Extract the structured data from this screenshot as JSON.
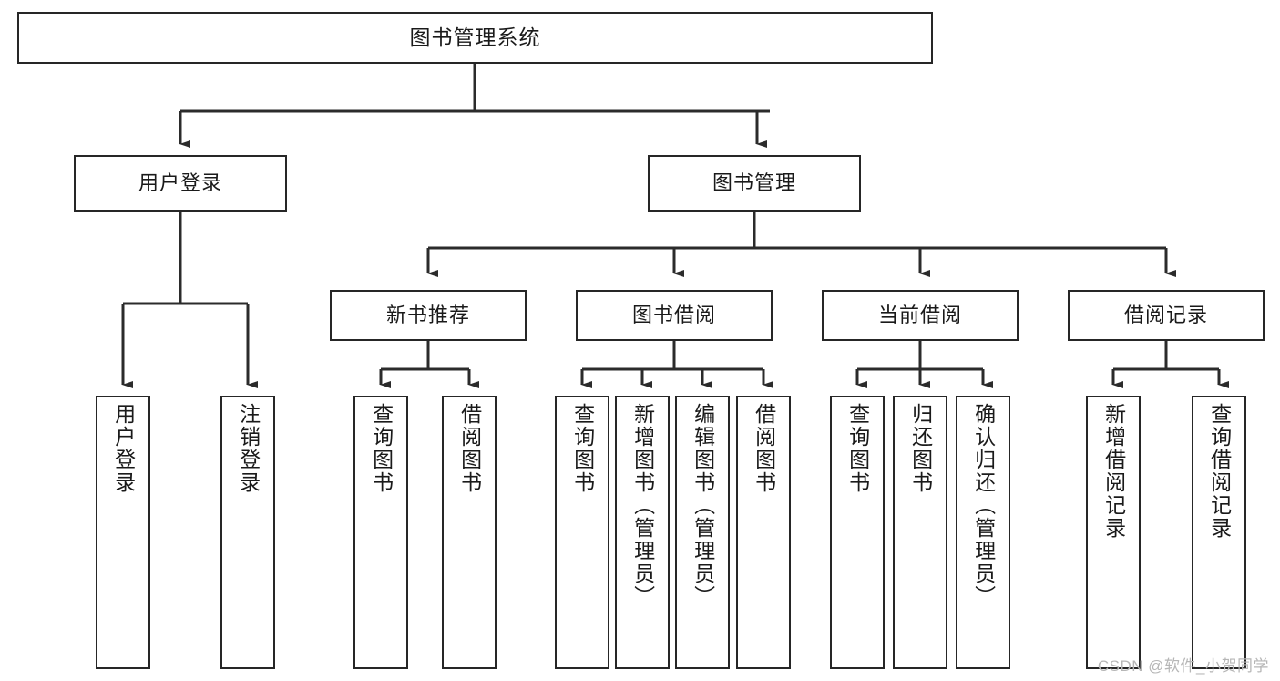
{
  "diagram": {
    "title": "图书管理系统",
    "watermark": "CSDN @软件_小贺同学",
    "line_color": "#2b2b2b",
    "box_border_color": "#262626",
    "box_fill_color": "#ffffff",
    "text_color": "#1a1a1a",
    "nodes": {
      "root": {
        "label": "图书管理系统"
      },
      "l1": [
        {
          "label": "用户登录"
        },
        {
          "label": "图书管理"
        }
      ],
      "l2": [
        {
          "label": "新书推荐"
        },
        {
          "label": "图书借阅"
        },
        {
          "label": "当前借阅"
        },
        {
          "label": "借阅记录"
        }
      ],
      "leaves_user_login": [
        {
          "label": "用户登录"
        },
        {
          "label": "注销登录"
        }
      ],
      "leaves_new_books": [
        {
          "label": "查询图书"
        },
        {
          "label": "借阅图书"
        }
      ],
      "leaves_borrow": [
        {
          "label": "查询图书"
        },
        {
          "label": "新增图书（管理员）"
        },
        {
          "label": "编辑图书（管理员）"
        },
        {
          "label": "借阅图书"
        }
      ],
      "leaves_current": [
        {
          "label": "查询图书"
        },
        {
          "label": "归还图书"
        },
        {
          "label": "确认归还（管理员）"
        }
      ],
      "leaves_records": [
        {
          "label": "新增借阅记录"
        },
        {
          "label": "查询借阅记录"
        }
      ]
    }
  }
}
